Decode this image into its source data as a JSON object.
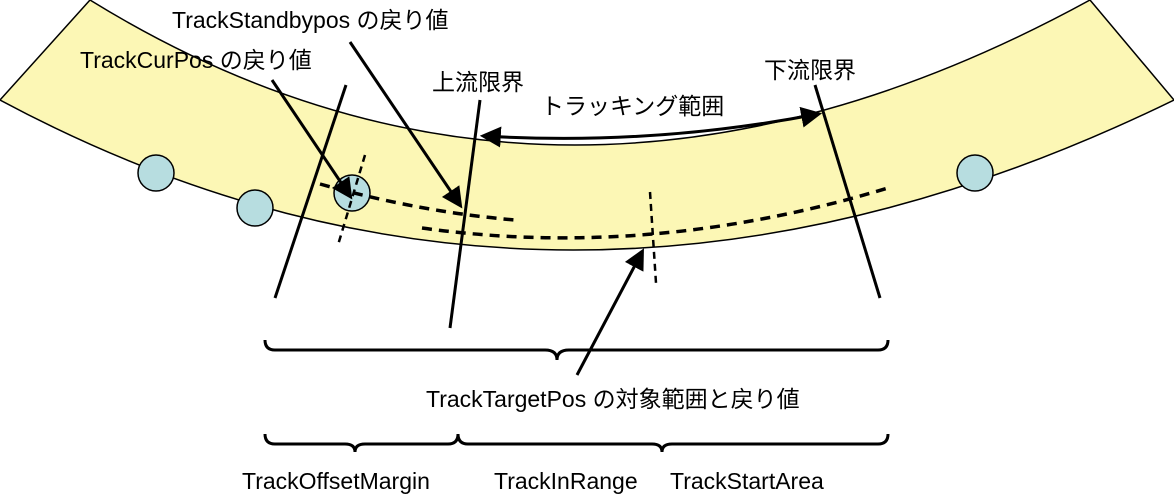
{
  "colors": {
    "band_fill": "#fcf7b5",
    "band_stroke": "#000000",
    "workpiece_fill": "#b7dde0",
    "line": "#000000"
  },
  "labels": {
    "standby_return": "TrackStandbypos の戻り値",
    "cur_return": "TrackCurPos の戻り値",
    "upstream_limit": "上流限界",
    "downstream_limit": "下流限界",
    "tracking_range": "トラッキング範囲",
    "target_scope": "TrackTargetPos の対象範囲と戻り値",
    "offset_margin": "TrackOffsetMargin",
    "in_range": "TrackInRange",
    "start_area": "TrackStartArea"
  }
}
